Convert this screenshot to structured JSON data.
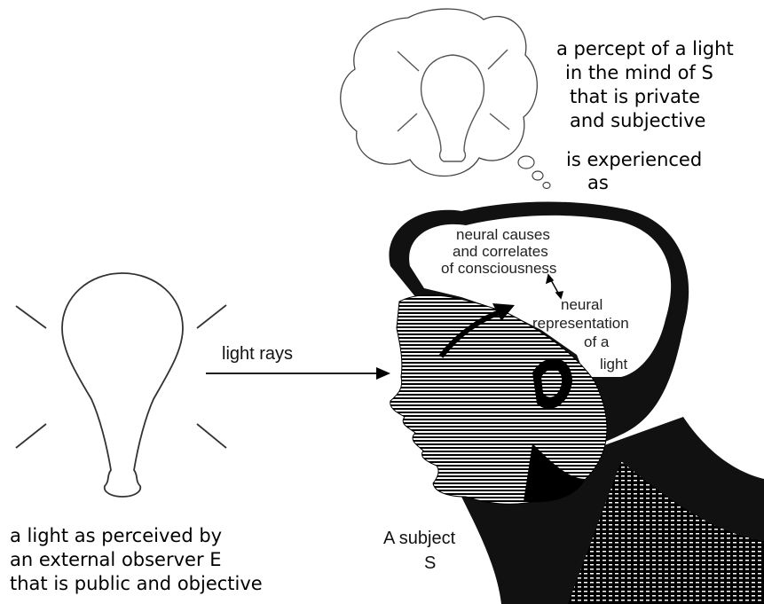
{
  "thought_caption": [
    "a percept of a light",
    "in the mind of S",
    "that is private",
    "and subjective"
  ],
  "experienced_caption": [
    "is experienced",
    "as"
  ],
  "arrow_label": "light rays",
  "brain_label": [
    "neural causes",
    "and correlates",
    "of consciousness"
  ],
  "representation_label": [
    "neural",
    "representation",
    "of a",
    "light"
  ],
  "subject_label": [
    "A subject",
    "S"
  ],
  "observer_caption": [
    "a light as perceived by",
    "an external observer E",
    "that is public and objective"
  ]
}
